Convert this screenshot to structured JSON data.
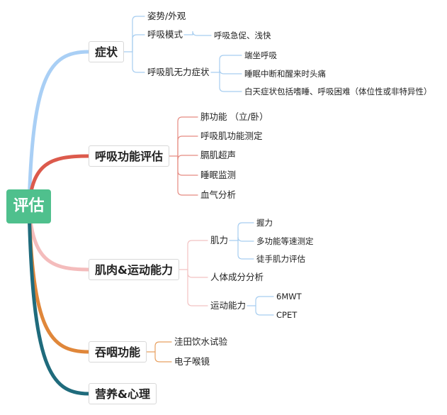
{
  "root": "评估",
  "branches": [
    {
      "label": "症状",
      "color": "#a9cff5",
      "children": [
        {
          "label": "姿势/外观"
        },
        {
          "label": "呼吸模式",
          "children": [
            "呼吸急促、浅快"
          ]
        },
        {
          "label": "呼吸肌无力症状",
          "children": [
            "端坐呼吸",
            "睡眠中断和醒来时头痛",
            "白天症状包括嗜睡、呼吸困难（体位性或非特异性）"
          ]
        }
      ]
    },
    {
      "label": "呼吸功能评估",
      "color": "#dc5a4c",
      "children": [
        {
          "label": "肺功能 （立/卧）"
        },
        {
          "label": "呼吸肌功能测定"
        },
        {
          "label": "膈肌超声"
        },
        {
          "label": "睡眠监测"
        },
        {
          "label": "血气分析"
        }
      ]
    },
    {
      "label": "肌肉&运动能力",
      "color": "#f4bcbc",
      "children": [
        {
          "label": "肌力",
          "children": [
            "握力",
            "多功能等速测定",
            "徒手肌力评估"
          ]
        },
        {
          "label": "人体成分分析"
        },
        {
          "label": "运动能力",
          "children": [
            "6MWT",
            "CPET"
          ]
        }
      ]
    },
    {
      "label": "吞咽功能",
      "color": "#e0873a",
      "children": [
        {
          "label": "洼田饮水试验"
        },
        {
          "label": "电子喉镜"
        }
      ]
    },
    {
      "label": "营养&心理",
      "color": "#1f6b7c",
      "children": []
    }
  ]
}
